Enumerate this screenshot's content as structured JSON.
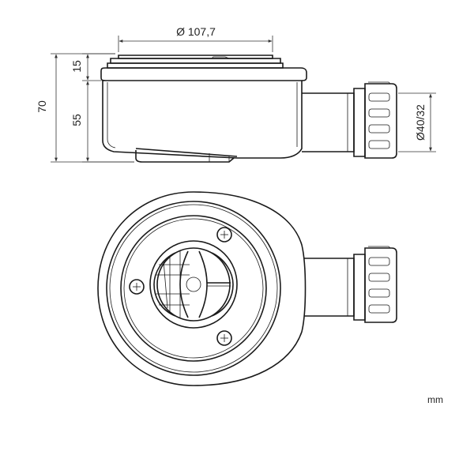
{
  "dimensions": {
    "diameter_top": "Ø 107,7",
    "height_total": "70",
    "height_body": "55",
    "height_cap": "15",
    "outlet_diameter": "Ø40/32"
  },
  "units": "mm",
  "colors": {
    "line": "#1a1a1a",
    "background": "#ffffff"
  }
}
